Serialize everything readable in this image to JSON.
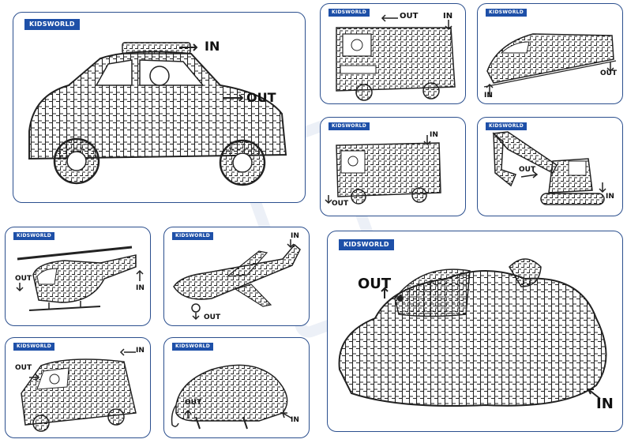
{
  "brand": "KIDSWORLD",
  "colors": {
    "accent": "#1e50a8",
    "border": "#2b4f8e",
    "line": "#222222"
  },
  "cards": [
    {
      "subject": "taxi",
      "in_label": "IN",
      "out_label": "OUT"
    },
    {
      "subject": "fire-truck",
      "in_label": "IN",
      "out_label": "OUT"
    },
    {
      "subject": "bullet-train",
      "in_label": "IN",
      "out_label": "OUT"
    },
    {
      "subject": "bus",
      "in_label": "IN",
      "out_label": "OUT"
    },
    {
      "subject": "excavator",
      "in_label": "IN",
      "out_label": "OUT"
    },
    {
      "subject": "helicopter",
      "in_label": "IN",
      "out_label": "OUT"
    },
    {
      "subject": "airplane",
      "in_label": "IN",
      "out_label": "OUT"
    },
    {
      "subject": "capybara",
      "in_label": "IN",
      "out_label": "OUT"
    },
    {
      "subject": "van",
      "in_label": "IN",
      "out_label": "OUT"
    },
    {
      "subject": "anteater",
      "in_label": "IN",
      "out_label": "OUT"
    }
  ]
}
